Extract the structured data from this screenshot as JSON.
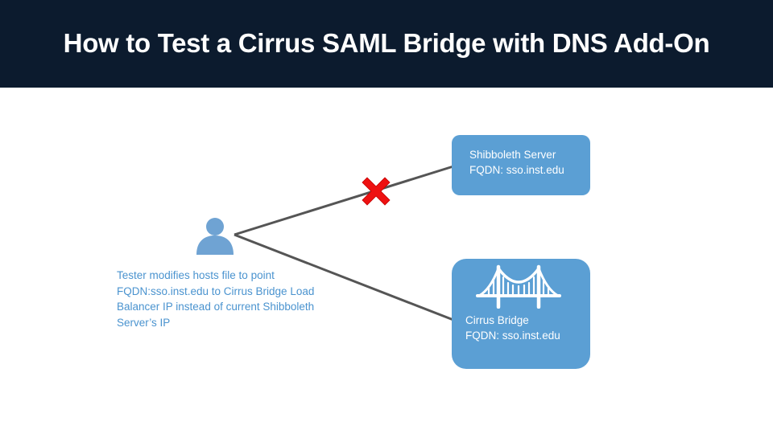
{
  "header": {
    "title": "How to Test a Cirrus SAML Bridge with DNS Add-On"
  },
  "diagram": {
    "tester": {
      "icon": "person-icon",
      "caption_lines": [
        "Tester modifies hosts file to point",
        "FQDN:sso.inst.edu to Cirrus Bridge Load",
        "Balancer IP instead of current Shibboleth",
        "Server’s IP"
      ]
    },
    "shibboleth_node": {
      "line1": "Shibboleth Server",
      "line2": "FQDN: sso.inst.edu",
      "connection_status": "blocked",
      "blocked_icon": "x-icon"
    },
    "cirrus_node": {
      "icon": "bridge-icon",
      "line1": "Cirrus Bridge",
      "line2": "FQDN: sso.inst.edu",
      "connection_status": "connected"
    },
    "colors": {
      "header_bg": "#0c1b2e",
      "node_fill": "#5b9fd4",
      "caption_text": "#4a93cf",
      "connector": "#555555",
      "blocked": "#ee1111"
    }
  }
}
